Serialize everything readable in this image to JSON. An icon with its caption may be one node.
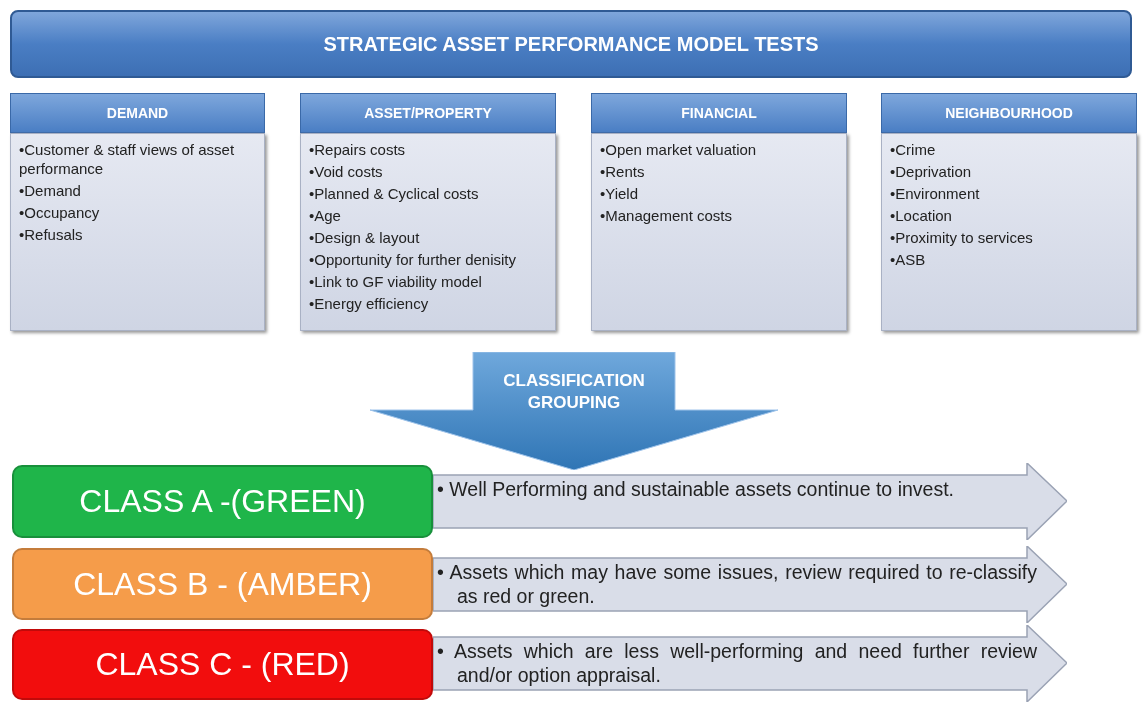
{
  "diagram": {
    "nodes": [
      {
        "text": [
          "STRATEGIC ASSET PERFORMANCE MODEL TESTS"
        ]
      },
      {
        "text": [
          "DEMAND",
          "•Customer & staff views of asset performance",
          "•Demand",
          "•Occupancy",
          "•Refusals"
        ]
      },
      {
        "text": [
          "ASSET/PROPERTY",
          "•Repairs costs",
          "•Void costs",
          "•Planned & Cyclical costs",
          "•Age",
          "•Design & layout",
          "•Opportunity for further denisity",
          "•Link to GF viability model",
          "•Energy efficiency"
        ]
      },
      {
        "text": [
          "FINANCIAL",
          "•Open market valuation",
          "•Rents",
          "•Yield",
          "•Management costs"
        ]
      },
      {
        "text": [
          "NEIGHBOURHOOD",
          "•Crime",
          "•Deprivation",
          "•Environment",
          "•Location",
          "•Proximity to services",
          "•ASB"
        ]
      },
      {
        "text": [
          "CLASSIFICATION GROUPING"
        ]
      },
      {
        "text": [
          "CLASS A -(GREEN)"
        ]
      },
      {
        "text": [
          "• Well Performing and sustainable assets continue to invest."
        ]
      },
      {
        "text": [
          "CLASS B - (AMBER)"
        ]
      },
      {
        "text": [
          "• Assets which may have some issues, review required to re-classify as red or green."
        ]
      },
      {
        "text": [
          "CLASS C - (RED)"
        ]
      },
      {
        "text": [
          "• Assets which are less well-performing and need further review and/or option appraisal."
        ]
      }
    ]
  }
}
